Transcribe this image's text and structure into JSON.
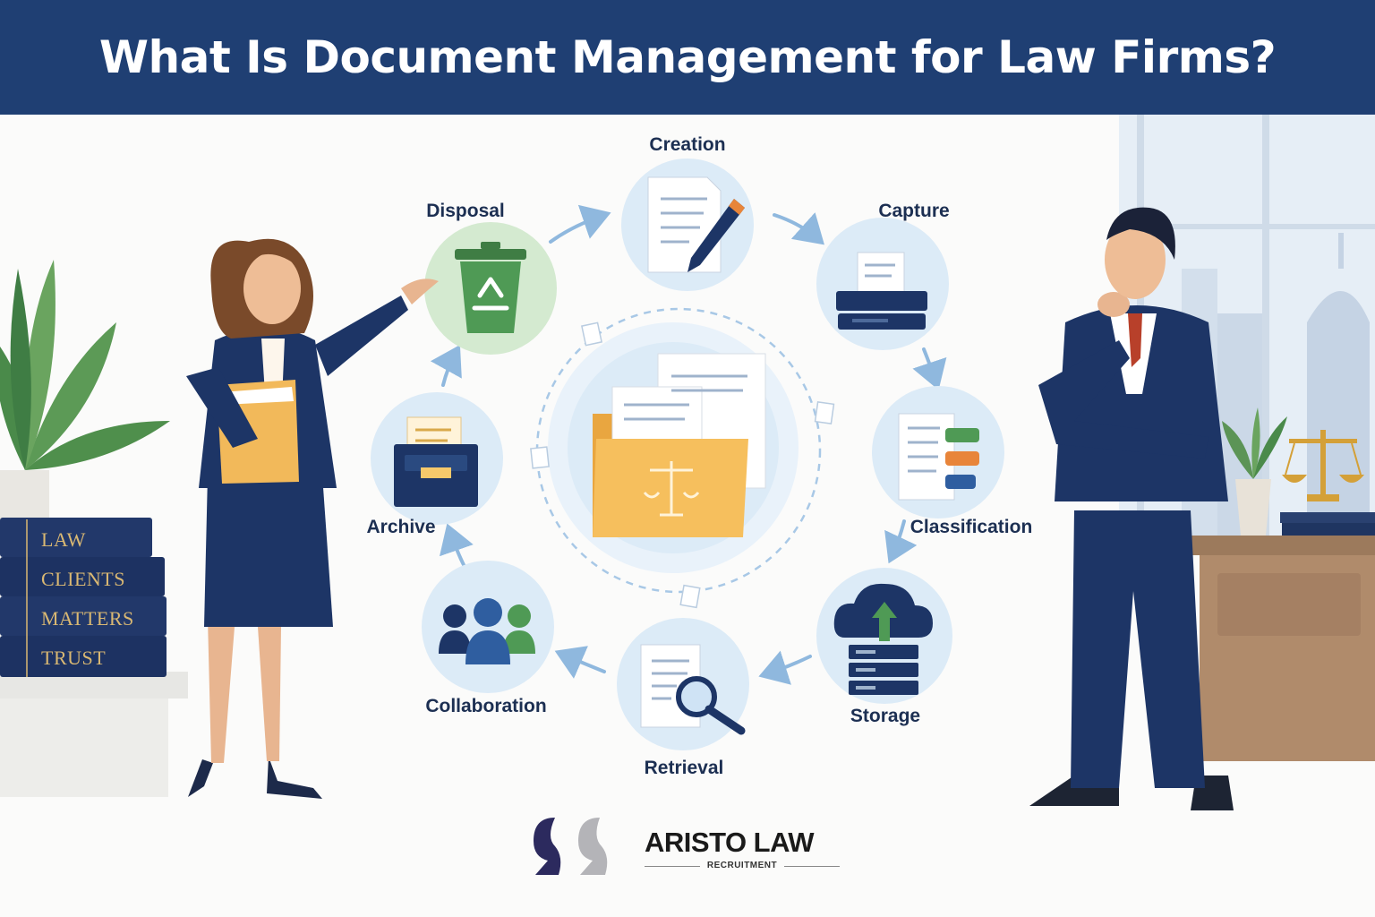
{
  "title": "What Is Document Management for Law Firms?",
  "cycle": {
    "center_icon": "legal-folder-icon",
    "stages": [
      {
        "label": "Creation",
        "icon": "document-pencil-icon"
      },
      {
        "label": "Capture",
        "icon": "scanner-icon"
      },
      {
        "label": "Classification",
        "icon": "tagged-document-icon"
      },
      {
        "label": "Storage",
        "icon": "cloud-server-icon"
      },
      {
        "label": "Retrieval",
        "icon": "document-search-icon"
      },
      {
        "label": "Collaboration",
        "icon": "team-icon"
      },
      {
        "label": "Archive",
        "icon": "archive-box-icon"
      },
      {
        "label": "Disposal",
        "icon": "recycle-bin-icon"
      }
    ]
  },
  "books": [
    "LAW",
    "CLIENTS",
    "MATTERS",
    "TRUST"
  ],
  "logo": {
    "name": "ARISTO LAW",
    "subtitle": "RECRUITMENT"
  },
  "colors": {
    "banner": "#1f3f73",
    "navy": "#1d3566",
    "folder": "#f2b95a",
    "green": "#4f9a55",
    "circle": "#dcebf7"
  }
}
